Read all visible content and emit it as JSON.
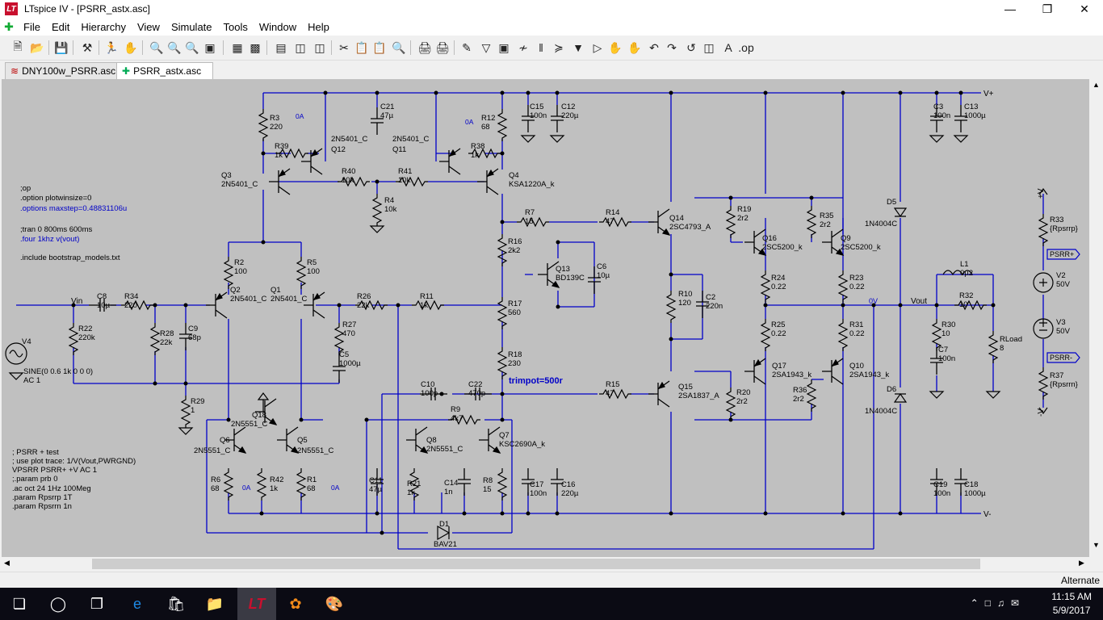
{
  "window": {
    "title": "LTspice IV - [PSRR_astx.asc]",
    "icon_text": "LT"
  },
  "menu": [
    "File",
    "Edit",
    "Hierarchy",
    "View",
    "Simulate",
    "Tools",
    "Window",
    "Help"
  ],
  "tabs": [
    {
      "label": "DNY100w_PSRR.asc"
    },
    {
      "label": "PSRR_astx.asc"
    }
  ],
  "status": {
    "text": "Alternate"
  },
  "clock": {
    "time": "11:15 AM",
    "date": "5/9/2017"
  },
  "directives": {
    "op": ";op",
    "plotwinsize": ".option plotwinsize=0",
    "maxstep": ".options maxstep=0.48831106u",
    "tran": ";tran 0 800ms 600ms",
    "four": ".four 1khz v(vout)",
    "include": ".include bootstrap_models.txt",
    "psrr_comment": "; PSRR + test",
    "plot_hint": "; use plot trace:  1/V(Vout,PWRGND)",
    "vpsrr": "VPSRR PSRR+ +V AC 1",
    "param_prb": ";.param prb 0",
    "ac": ".ac oct 24 1Hz 100Meg",
    "rpsrrp": ".param Rpsrrp 1T",
    "rpsrrn": ".param Rpsrrn 1n",
    "sine": "SINE(0 0.6 1k 0 0 0)",
    "ac1": "AC 1",
    "trimpot": "trimpot=500r"
  },
  "components": [
    {
      "ref": "R3",
      "val": "220"
    },
    {
      "ref": "R39",
      "val": "1k"
    },
    {
      "ref": "Q12",
      "val": "2N5401_C"
    },
    {
      "ref": "Q3",
      "val": "2N5401_C"
    },
    {
      "ref": "R40",
      "val": "10k"
    },
    {
      "ref": "C21",
      "val": "47µ"
    },
    {
      "ref": "R4",
      "val": "10k"
    },
    {
      "ref": "R41",
      "val": "10k"
    },
    {
      "ref": "Q11",
      "val": "2N5401_C"
    },
    {
      "ref": "R38",
      "val": "1k"
    },
    {
      "ref": "R12",
      "val": "68"
    },
    {
      "ref": "Q4",
      "val": "KSA1220A_k"
    },
    {
      "ref": "C15",
      "val": "100n"
    },
    {
      "ref": "C12",
      "val": "220µ"
    },
    {
      "ref": "C3",
      "val": "100n"
    },
    {
      "ref": "C13",
      "val": "1000µ"
    },
    {
      "ref": "R2",
      "val": "100"
    },
    {
      "ref": "R5",
      "val": "100"
    },
    {
      "ref": "Q2",
      "val": "2N5401_C"
    },
    {
      "ref": "Q1",
      "val": "2N5401_C"
    },
    {
      "ref": "C8",
      "val": "10µ"
    },
    {
      "ref": "R34",
      "val": "220"
    },
    {
      "ref": "R22",
      "val": "220k"
    },
    {
      "ref": "R28",
      "val": "22k"
    },
    {
      "ref": "C9",
      "val": "68p"
    },
    {
      "ref": "R26",
      "val": "22k"
    },
    {
      "ref": "R11",
      "val": "1k"
    },
    {
      "ref": "R27",
      "val": "470"
    },
    {
      "ref": "C5",
      "val": "1000µ"
    },
    {
      "ref": "R7",
      "val": "15"
    },
    {
      "ref": "R14",
      "val": "47"
    },
    {
      "ref": "Q14",
      "val": "2SC4793_A"
    },
    {
      "ref": "R16",
      "val": "2k2"
    },
    {
      "ref": "Q13",
      "val": "BD139C"
    },
    {
      "ref": "C6",
      "val": "10µ"
    },
    {
      "ref": "R17",
      "val": "560"
    },
    {
      "ref": "R18",
      "val": "230"
    },
    {
      "ref": "R10",
      "val": "120"
    },
    {
      "ref": "C2",
      "val": "220n"
    },
    {
      "ref": "R19",
      "val": "2r2"
    },
    {
      "ref": "R35",
      "val": "2r2"
    },
    {
      "ref": "Q16",
      "val": "2SC5200_k"
    },
    {
      "ref": "Q9",
      "val": "2SC5200_k"
    },
    {
      "ref": "R24",
      "val": "0.22"
    },
    {
      "ref": "R23",
      "val": "0.22"
    },
    {
      "ref": "R25",
      "val": "0.22"
    },
    {
      "ref": "R31",
      "val": "0.22"
    },
    {
      "ref": "Q17",
      "val": "2SA1943_k"
    },
    {
      "ref": "Q10",
      "val": "2SA1943_k"
    },
    {
      "ref": "R20",
      "val": "2r2"
    },
    {
      "ref": "R36",
      "val": "2r2"
    },
    {
      "ref": "Q15",
      "val": "2SA1837_A"
    },
    {
      "ref": "R15",
      "val": "47"
    },
    {
      "ref": "D5",
      "val": "1N4004C"
    },
    {
      "ref": "D6",
      "val": "1N4004C"
    },
    {
      "ref": "L1",
      "val": "0µ2"
    },
    {
      "ref": "R32",
      "val": "10"
    },
    {
      "ref": "R30",
      "val": "10"
    },
    {
      "ref": "C7",
      "val": "100n"
    },
    {
      "ref": "RLoad",
      "val": "8"
    },
    {
      "ref": "R33",
      "val": "{Rpsrrp}"
    },
    {
      "ref": "R37",
      "val": "{Rpsrrn}"
    },
    {
      "ref": "V2",
      "val": "50V"
    },
    {
      "ref": "V3",
      "val": "50V"
    },
    {
      "ref": "C10",
      "val": "100p"
    },
    {
      "ref": "C22",
      "val": "470p"
    },
    {
      "ref": "R9",
      "val": "4k7"
    },
    {
      "ref": "Q8",
      "val": "2N5551_C"
    },
    {
      "ref": "Q7",
      "val": "KSC2690A_k"
    },
    {
      "ref": "R21",
      "val": "1k"
    },
    {
      "ref": "C14",
      "val": "1n"
    },
    {
      "ref": "R8",
      "val": "15"
    },
    {
      "ref": "C11",
      "val": "47µ"
    },
    {
      "ref": "C17",
      "val": "100n"
    },
    {
      "ref": "C16",
      "val": "220µ"
    },
    {
      "ref": "C19",
      "val": "100n"
    },
    {
      "ref": "C18",
      "val": "1000µ"
    },
    {
      "ref": "Q18",
      "val": "2N5551_C"
    },
    {
      "ref": "Q6",
      "val": "2N5551_C"
    },
    {
      "ref": "Q5",
      "val": "2N5551_C"
    },
    {
      "ref": "R6",
      "val": "68"
    },
    {
      "ref": "R42",
      "val": "1k"
    },
    {
      "ref": "R1",
      "val": "68"
    },
    {
      "ref": "R29",
      "val": "1"
    },
    {
      "ref": "D1",
      "val": "BAV21"
    },
    {
      "ref": "V4",
      "val": ""
    }
  ],
  "nets": {
    "vplus": "V+",
    "vminus": "V-",
    "vin": "Vin",
    "vout": "Vout",
    "zero": "0V",
    "psrrp": "PSRR+",
    "psrrm": "PSRR-",
    "plusv": "+V",
    "minusv": "-V",
    "zeroA": "0A"
  },
  "colors": {
    "wire": "#0000c8",
    "text": "#000000",
    "canvas": "#c0c0c0",
    "directive": "#0000c8"
  }
}
